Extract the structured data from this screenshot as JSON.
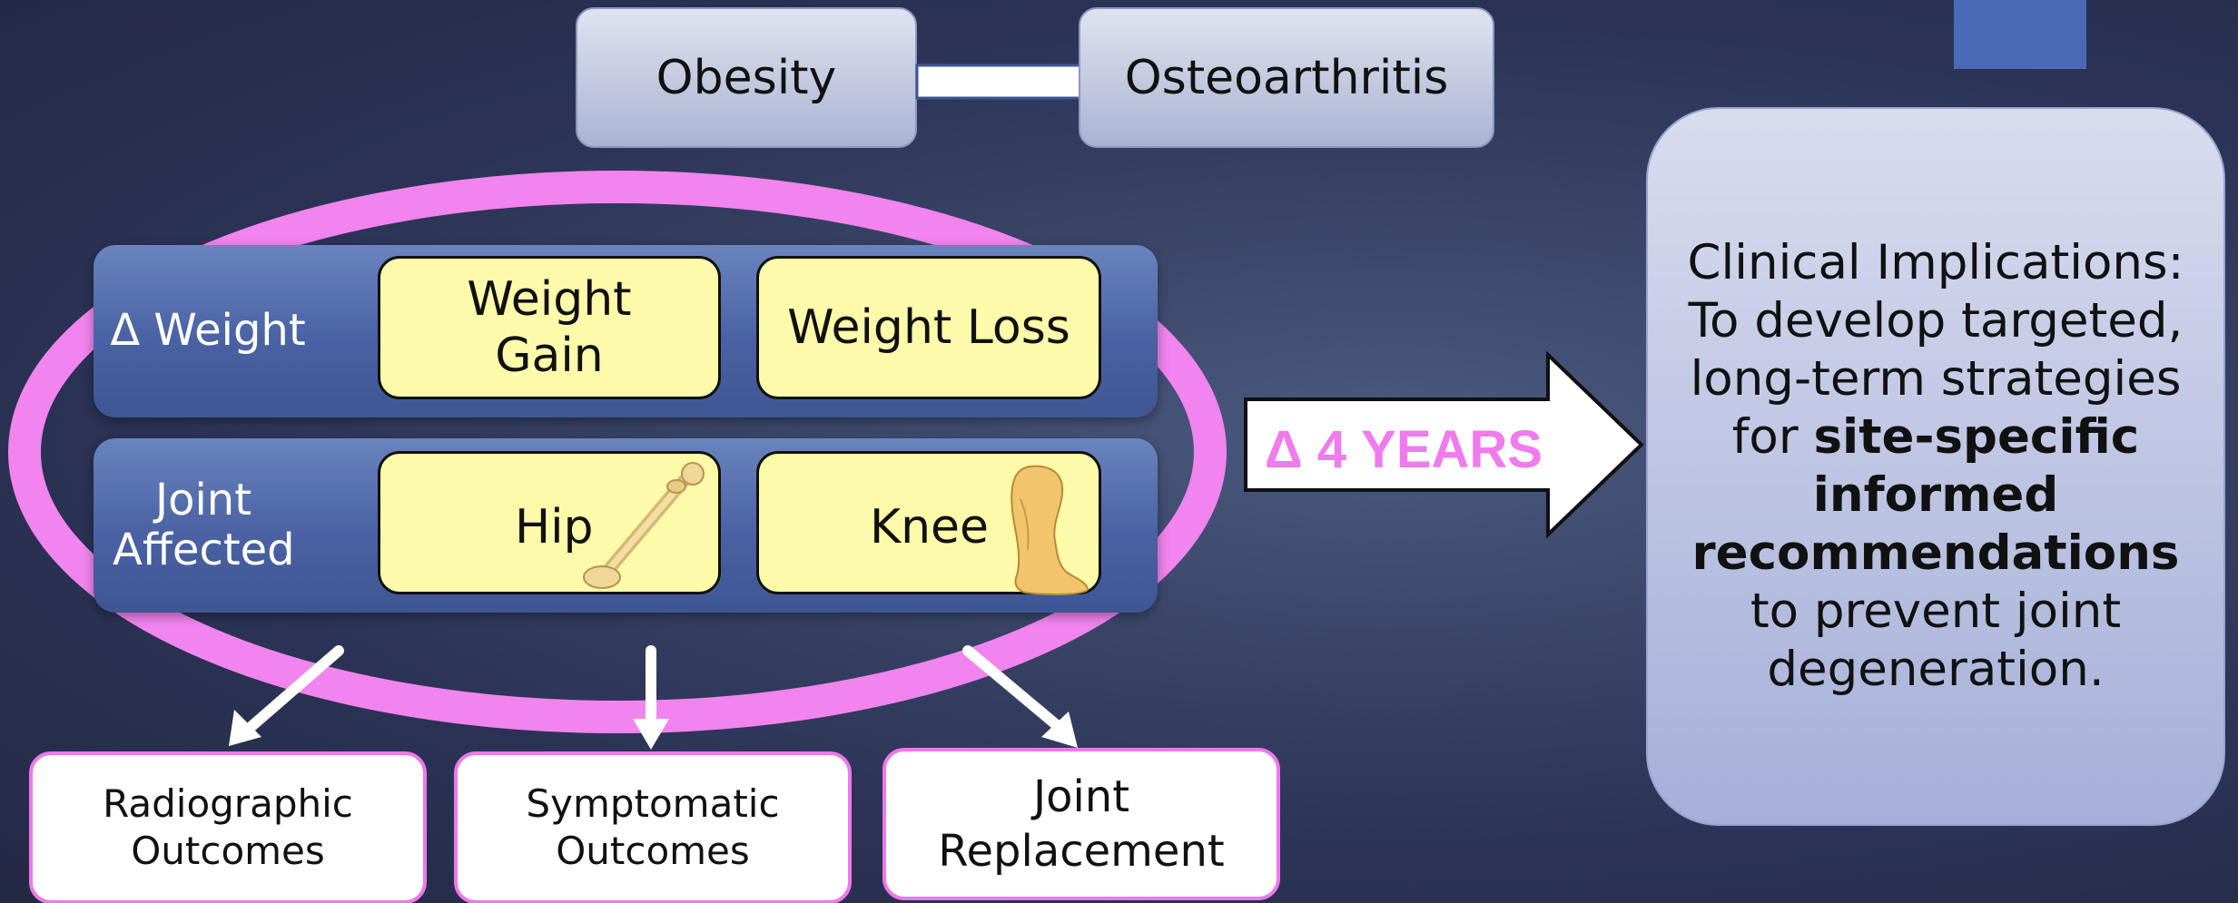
{
  "flow": {
    "cause": "Obesity",
    "effect": "Osteoarthritis"
  },
  "bands": {
    "weight": {
      "label": "Δ Weight",
      "options": [
        "Weight Gain",
        "Weight Loss"
      ]
    },
    "joint": {
      "label": "Joint Affected",
      "options": [
        "Hip",
        "Knee"
      ]
    }
  },
  "duration": "Δ 4 YEARS",
  "outcomes": [
    "Radiographic Outcomes",
    "Symptomatic Outcomes",
    "Joint Replacement"
  ],
  "clinical": {
    "intro": "Clinical Implications: To develop targeted, long-term strategies for ",
    "emphasis": "site-specific informed recommendations",
    "outro": " to prevent joint degeneration."
  },
  "icons": [
    "femur-bone-icon",
    "lower-leg-foot-icon"
  ],
  "colors": {
    "accent_pink": "#ef7bec",
    "band_blue": "#4a62a3",
    "option_yellow": "#fdfbaa"
  }
}
